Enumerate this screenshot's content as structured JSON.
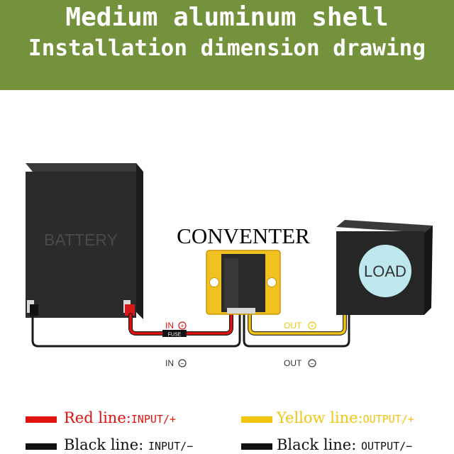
{
  "banner": {
    "title_line1": "Medium aluminum shell",
    "title_line2": "Installation dimension drawing",
    "background_color": "#74913c"
  },
  "diagram": {
    "battery_label": "BATTERY",
    "converter_label": "CONVENTER",
    "load_label": "LOAD",
    "fuse_label": "FUSE",
    "in_plus_label": "IN",
    "in_minus_label": "IN",
    "out_plus_label": "OUT",
    "out_minus_label": "OUT",
    "plus_symbol": "+",
    "minus_symbol": "−"
  },
  "legend": {
    "red": {
      "label": "Red line:",
      "detail": "INPUT/+",
      "color": "#e0120e"
    },
    "yellow": {
      "label": "Yellow line:",
      "detail": "OUTPUT/+",
      "color": "#f2c511"
    },
    "black_in": {
      "label": "Black line: ",
      "detail": "INPUT/−",
      "color": "#111111"
    },
    "black_out": {
      "label": "Black line: ",
      "detail": "OUTPUT/−",
      "color": "#111111"
    }
  }
}
